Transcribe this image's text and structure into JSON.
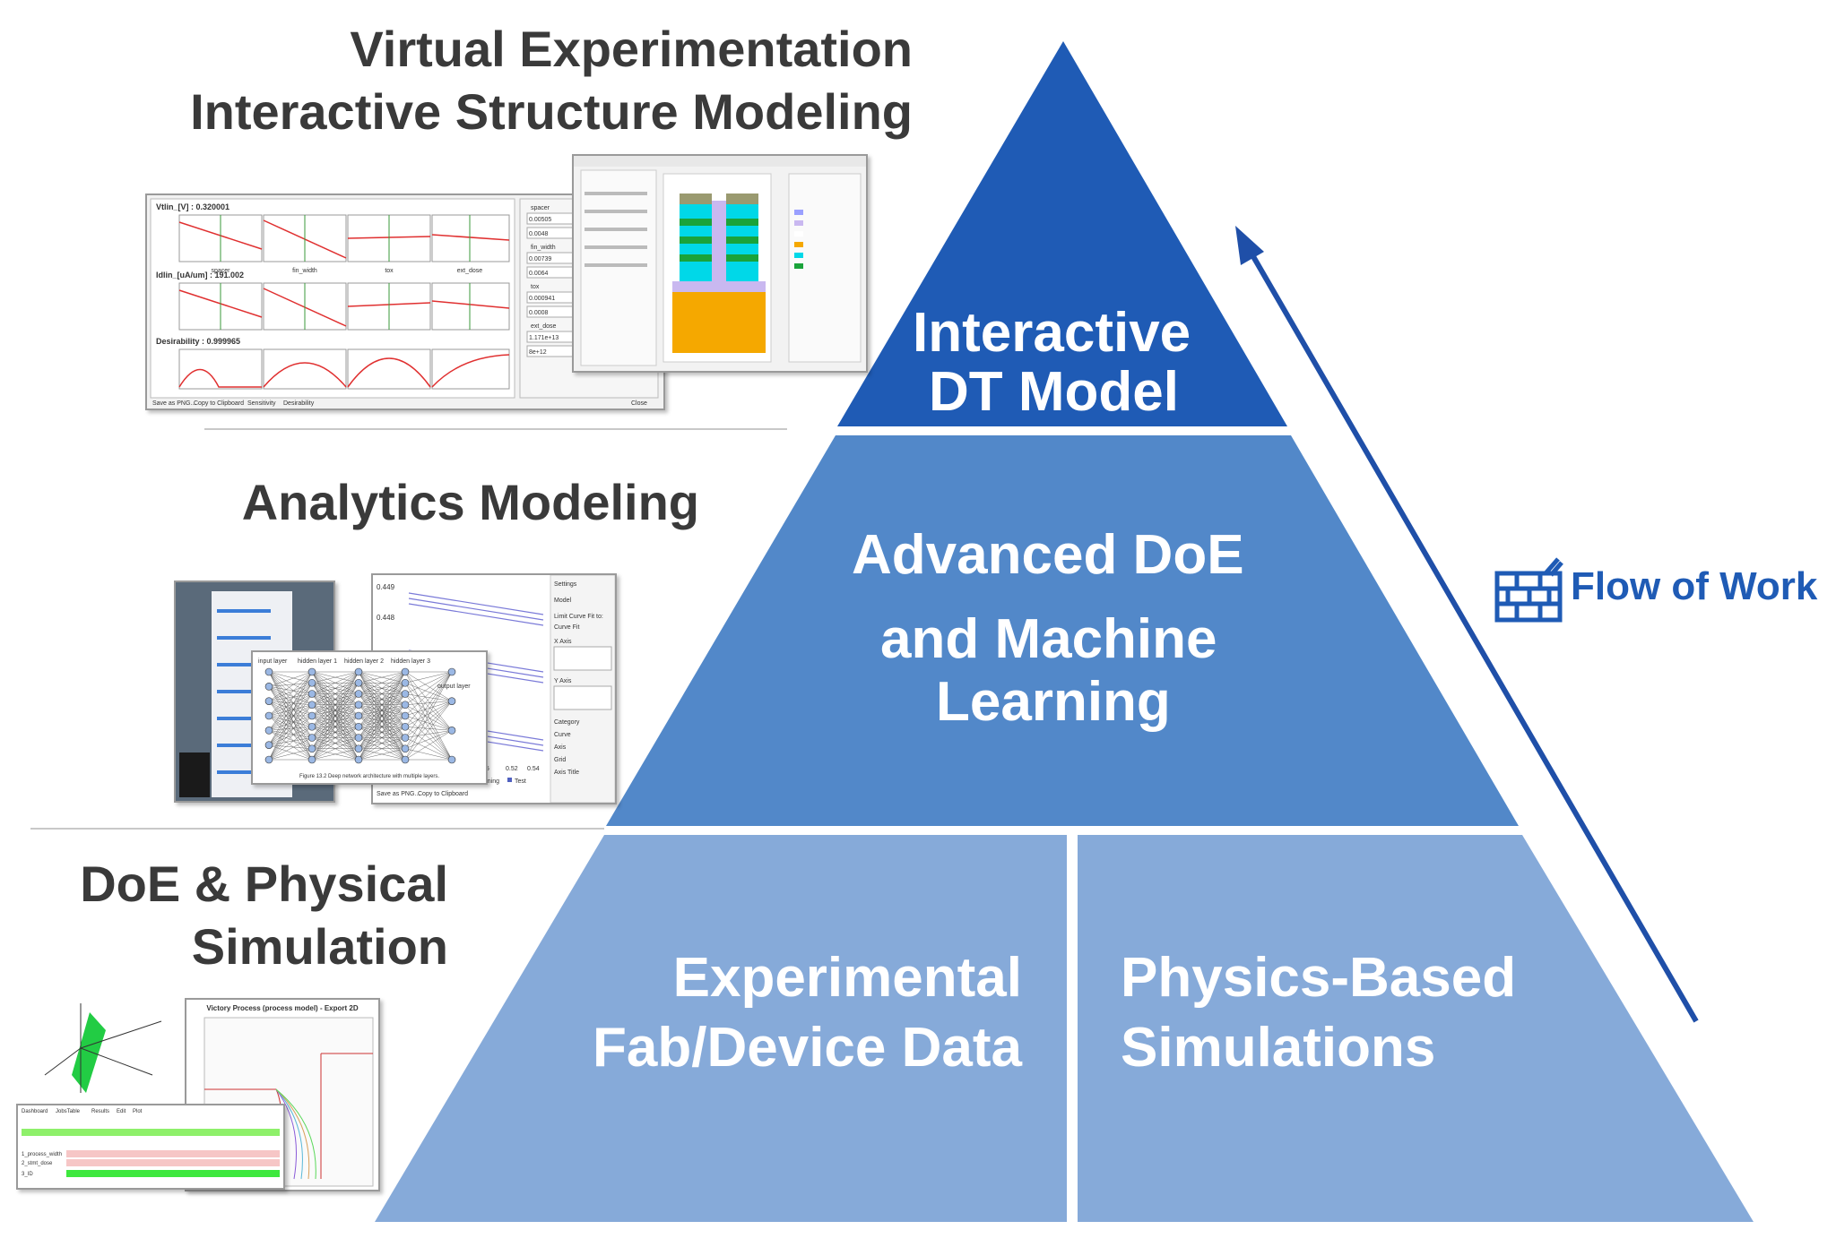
{
  "headings": {
    "top_line1": "Virtual Experimentation",
    "top_line2": "Interactive Structure Modeling",
    "middle": "Analytics Modeling",
    "bottom_line1": "DoE & Physical",
    "bottom_line2": "Simulation"
  },
  "pyramid": {
    "top_line1": "Interactive",
    "top_line2": "DT Model",
    "middle_line1": "Advanced DoE",
    "middle_line2": "and Machine",
    "middle_line3": "Learning",
    "bottom_left_line1": "Experimental",
    "bottom_left_line2": "Fab/Device Data",
    "bottom_right_line1": "Physics-Based",
    "bottom_right_line2": "Simulations"
  },
  "flow": {
    "label": "Flow of Work",
    "icon": "brick-wall-icon"
  },
  "colors": {
    "tier_top": "#1f5bb5",
    "tier_middle": "#5288c9",
    "tier_bottom": "#86aad9",
    "arrow": "#1f4fa8",
    "heading": "#3a3a3a"
  },
  "screenshots": {
    "top_left": {
      "vtlin_label": "Vtlin_[V] : 0.320001",
      "idlin_label": "Idlin_[uA/um] : 191.002",
      "desirability_label": "Desirability : 0.999965",
      "axis_labels": [
        "spacer",
        "fin_width",
        "tox",
        "ext_dose"
      ],
      "side_fields": [
        {
          "label": "spacer",
          "value": "0.00505"
        },
        {
          "label": "",
          "value": "0.0048"
        },
        {
          "label": "fin_width",
          "value": "0.00739"
        },
        {
          "label": "",
          "value": "0.0064"
        },
        {
          "label": "tox",
          "value": "0.000941"
        },
        {
          "label": "",
          "value": "0.0008"
        },
        {
          "label": "ext_dose",
          "value": "1.171e+13"
        },
        {
          "label": "",
          "value": "8e+12"
        }
      ],
      "buttons": [
        "Save as PNG...",
        "Copy to Clipboard",
        "Sensitivity",
        "Desirability"
      ],
      "close": "Close"
    },
    "middle_left": {
      "nn_layers": [
        "input layer",
        "hidden layer 1",
        "hidden layer 2",
        "hidden layer 3",
        "output layer"
      ],
      "nn_caption": "Figure 13.2 Deep network architecture with multiple layers.",
      "plot_ticks": [
        "0.449",
        "0.448"
      ],
      "plot_xticks": [
        "0.5",
        "0.52",
        "0.54"
      ],
      "legend": [
        "Training",
        "Test"
      ],
      "buttons": [
        "Save as PNG...",
        "Copy to Clipboard"
      ],
      "settings": [
        "Settings",
        "Model",
        "Limit Curve Fit to:",
        "Curve Fit",
        "X Axis",
        "Y Axis",
        "Category",
        "Curve",
        "Axis",
        "Grid",
        "Axis Title"
      ]
    },
    "bottom_left": {
      "process_title": "Victory Process (process model) - Export 2D",
      "tabs": [
        "Dashboard",
        "JobsTable",
        "Results",
        "Edit",
        "Plot"
      ],
      "table_row_labels": [
        "1_process_width",
        "2_stmt_dose",
        "3_ID"
      ]
    }
  }
}
